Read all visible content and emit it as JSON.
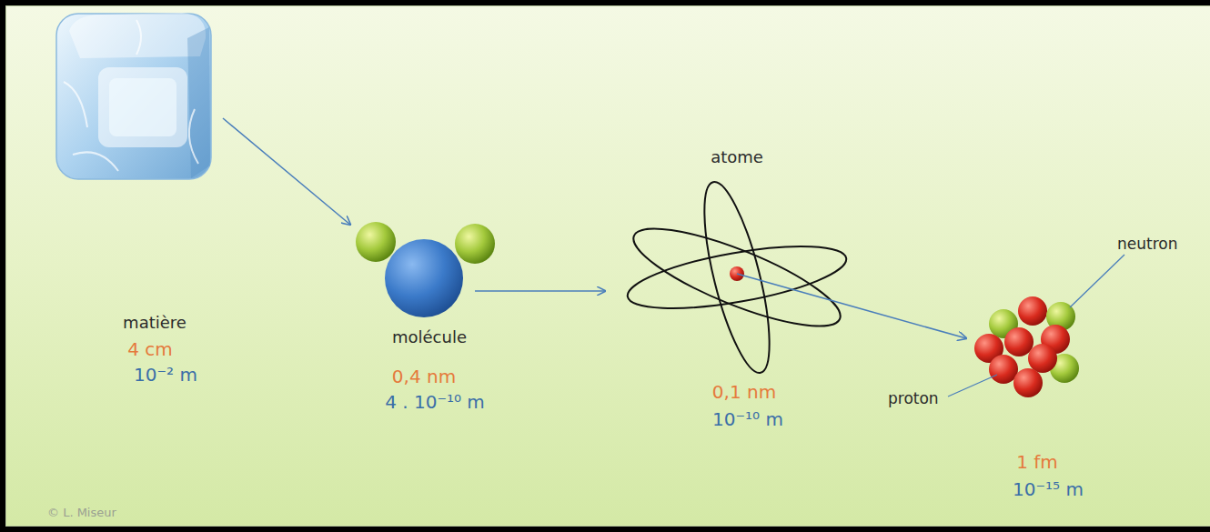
{
  "diagram": {
    "nodes": [
      {
        "text": [
          "matière",
          "4 cm",
          "10⁻² m"
        ]
      },
      {
        "text": [
          "molécule",
          "0,4 nm",
          "4 . 10⁻¹⁰ m"
        ]
      },
      {
        "text": [
          "atome",
          "0,1 nm",
          "10⁻¹⁰ m"
        ]
      },
      {
        "text": [
          "1 fm",
          "10⁻¹⁵ m"
        ]
      }
    ],
    "edges": [
      {
        "from": 0,
        "to": 1,
        "arrow": "to"
      },
      {
        "from": 1,
        "to": 2,
        "arrow": "to"
      },
      {
        "from": 2,
        "to": 3,
        "arrow": "to"
      }
    ],
    "labels": [
      "neutron",
      "proton",
      "© L. Miseur"
    ]
  }
}
